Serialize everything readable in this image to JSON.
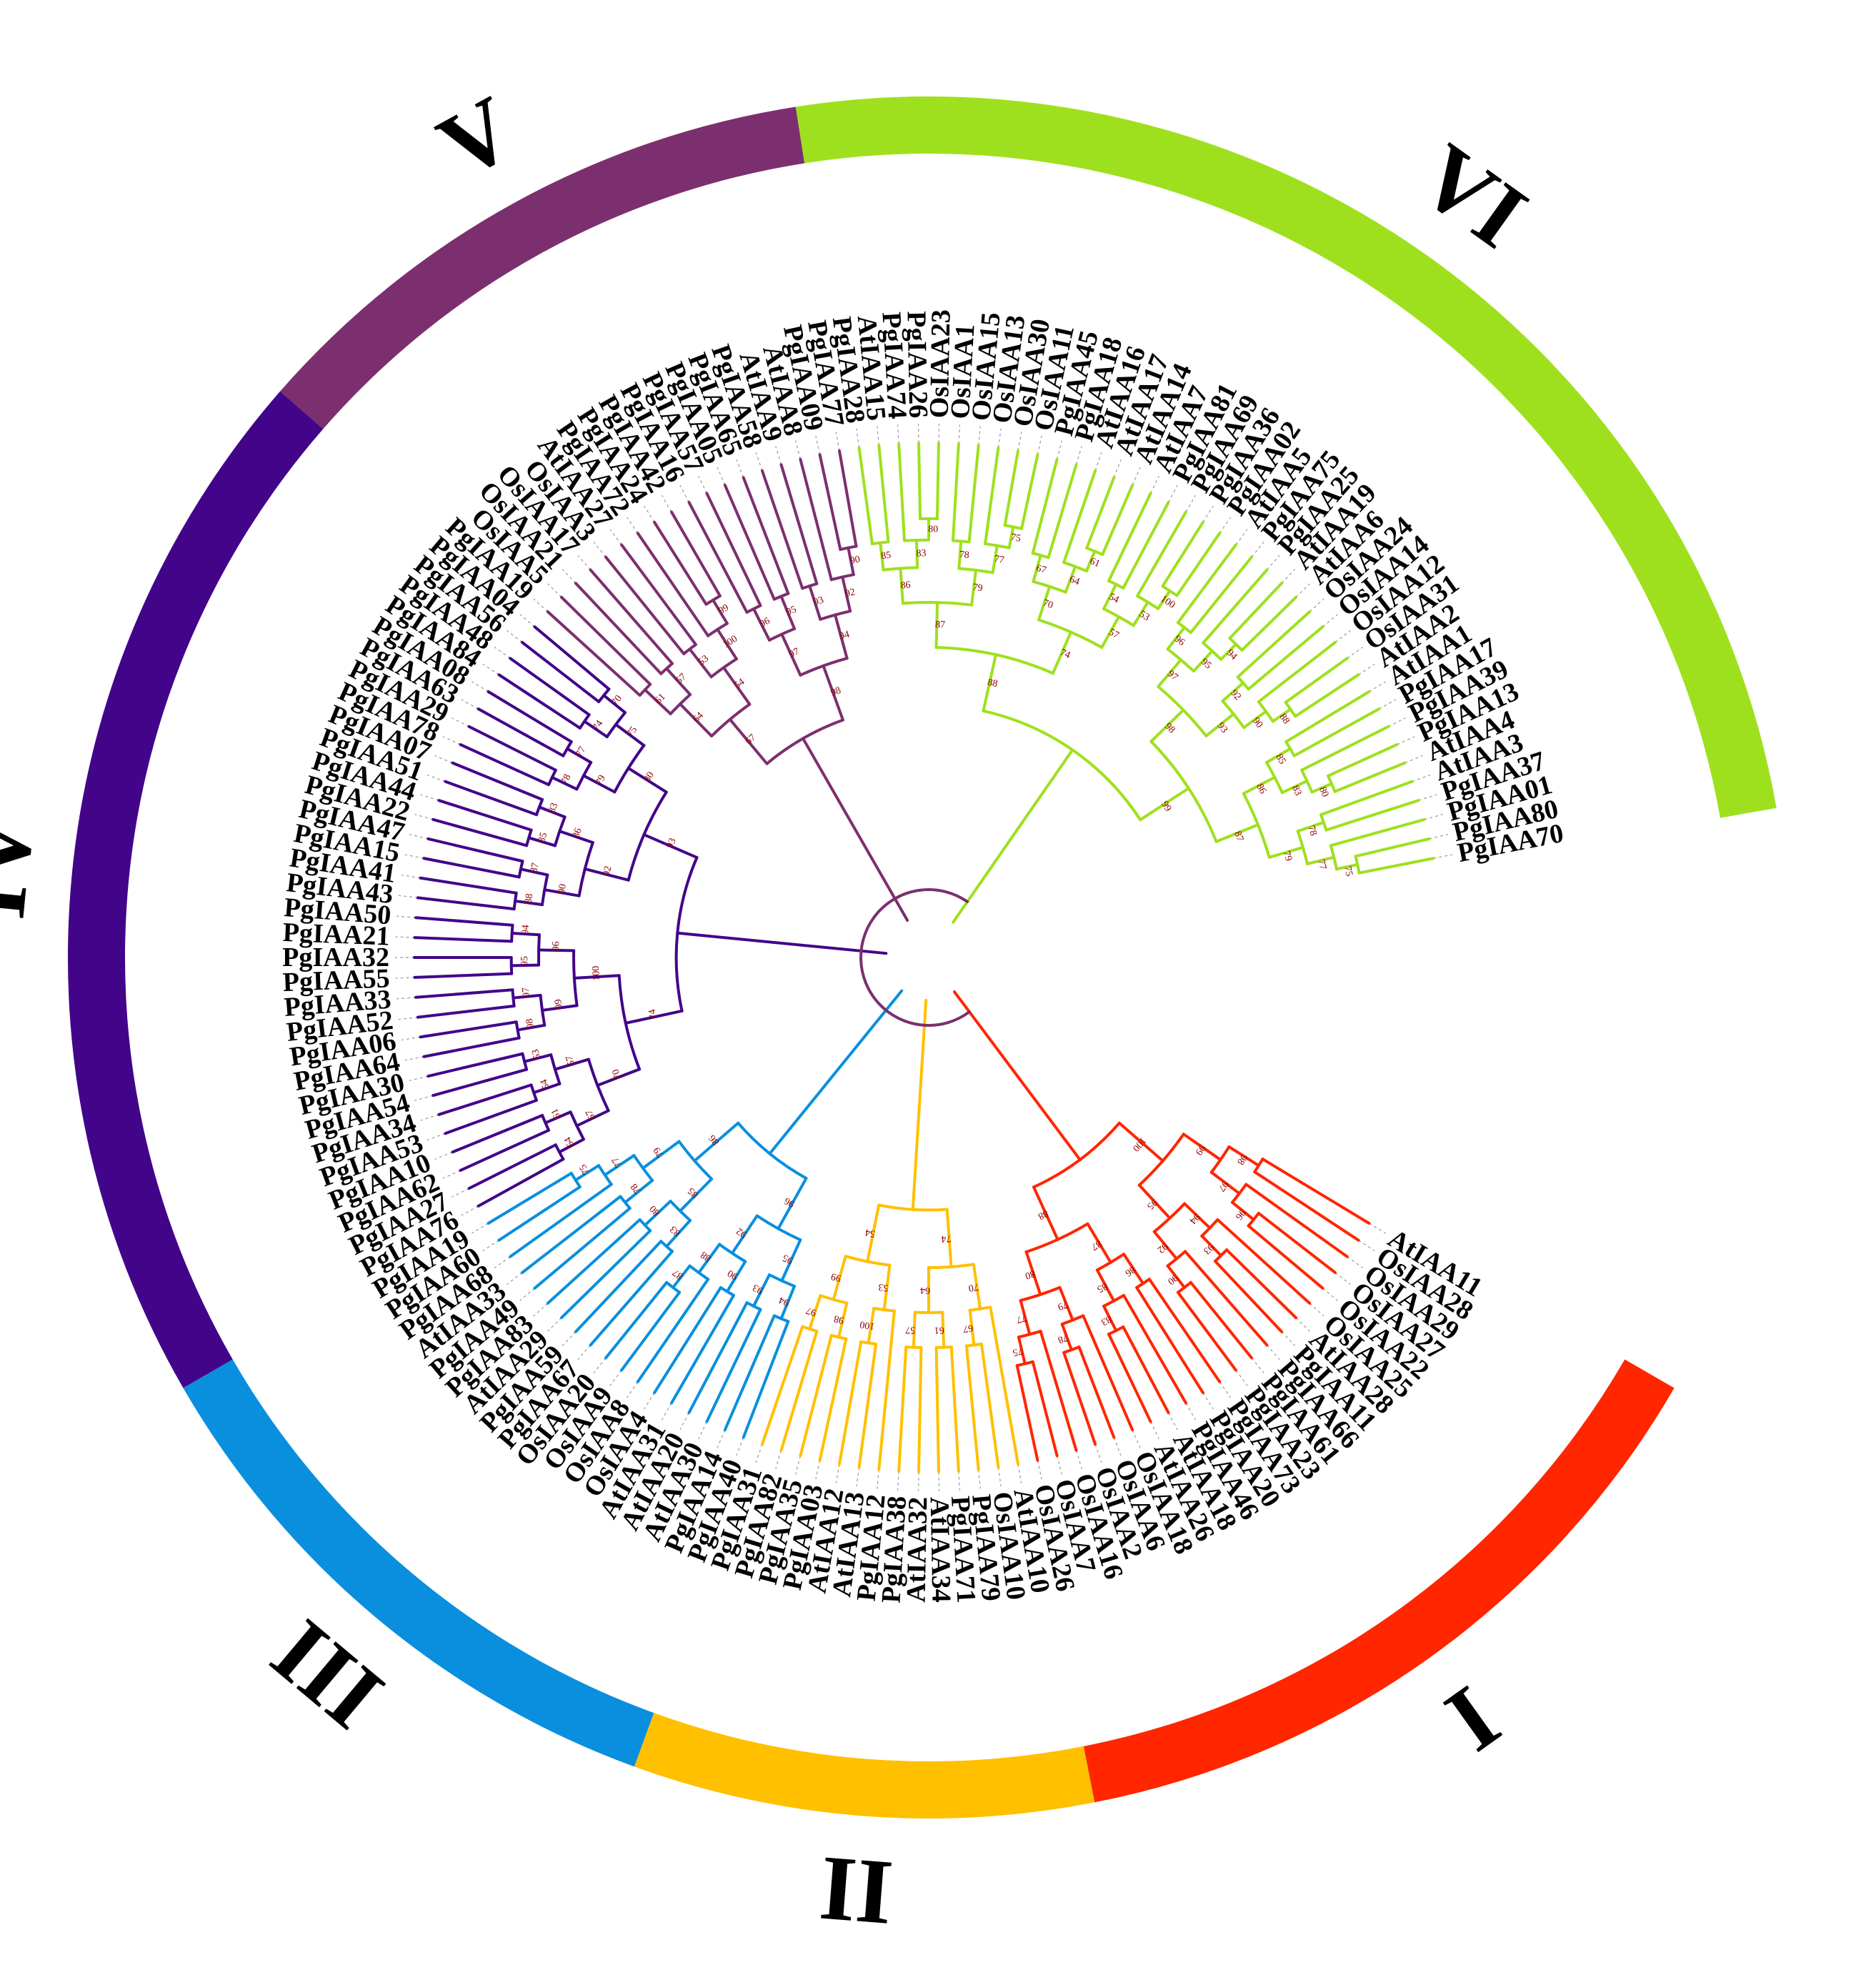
{
  "clades": [
    {
      "numeral": "I",
      "color": "#ff2600"
    },
    {
      "numeral": "II",
      "color": "#ffc000"
    },
    {
      "numeral": "III",
      "color": "#0a8fde"
    },
    {
      "numeral": "IV",
      "color": "#42058a"
    },
    {
      "numeral": "V",
      "color": "#7c2f6e"
    },
    {
      "numeral": "VI",
      "color": "#9fe01e"
    }
  ],
  "leaves": [
    {
      "name": "AtIAA11",
      "clade": 0
    },
    {
      "name": "OsIAA28",
      "clade": 0
    },
    {
      "name": "OsIAA29",
      "clade": 0
    },
    {
      "name": "OsIAA27",
      "clade": 0
    },
    {
      "name": "OsIAA22",
      "clade": 0
    },
    {
      "name": "OsIAA25",
      "clade": 0
    },
    {
      "name": "AtIAA28",
      "clade": 0
    },
    {
      "name": "PgIAA11",
      "clade": 0
    },
    {
      "name": "PgIAA66",
      "clade": 0
    },
    {
      "name": "PgIAA61",
      "clade": 0
    },
    {
      "name": "PgIAA23",
      "clade": 0
    },
    {
      "name": "PgIAA73",
      "clade": 0
    },
    {
      "name": "PgIAA20",
      "clade": 0
    },
    {
      "name": "PgIAA46",
      "clade": 0
    },
    {
      "name": "AtIAA18",
      "clade": 0
    },
    {
      "name": "AtIAA26",
      "clade": 0
    },
    {
      "name": "OsIAA18",
      "clade": 0
    },
    {
      "name": "OsIAA6",
      "clade": 0
    },
    {
      "name": "OsIAA2",
      "clade": 0
    },
    {
      "name": "OsIAA16",
      "clade": 0
    },
    {
      "name": "OsIAA7",
      "clade": 0
    },
    {
      "name": "OsIAA26",
      "clade": 0
    },
    {
      "name": "AtIAA10",
      "clade": 1
    },
    {
      "name": "OsIAA10",
      "clade": 1
    },
    {
      "name": "PgIAA79",
      "clade": 1
    },
    {
      "name": "PgIAA71",
      "clade": 1
    },
    {
      "name": "AtIAA34",
      "clade": 1
    },
    {
      "name": "AtIAA32",
      "clade": 1
    },
    {
      "name": "PgIAA38",
      "clade": 1
    },
    {
      "name": "PgIAA12",
      "clade": 1
    },
    {
      "name": "AtIAA13",
      "clade": 1
    },
    {
      "name": "AtIAA12",
      "clade": 1
    },
    {
      "name": "PgIAA03",
      "clade": 1
    },
    {
      "name": "PgIAA35",
      "clade": 1
    },
    {
      "name": "PgIAA82",
      "clade": 1
    },
    {
      "name": "PgIAA31",
      "clade": 1
    },
    {
      "name": "PgIAA40",
      "clade": 2
    },
    {
      "name": "PgIAA14",
      "clade": 2
    },
    {
      "name": "AtIAA30",
      "clade": 2
    },
    {
      "name": "AtIAA20",
      "clade": 2
    },
    {
      "name": "AtIAA31",
      "clade": 2
    },
    {
      "name": "OsIAA4",
      "clade": 2
    },
    {
      "name": "OsIAA8",
      "clade": 2
    },
    {
      "name": "OsIAA9",
      "clade": 2
    },
    {
      "name": "OsIAA20",
      "clade": 2
    },
    {
      "name": "PgIAA67",
      "clade": 2
    },
    {
      "name": "PgIAA59",
      "clade": 2
    },
    {
      "name": "AtIAA29",
      "clade": 2
    },
    {
      "name": "PgIAA83",
      "clade": 2
    },
    {
      "name": "PgIAA49",
      "clade": 2
    },
    {
      "name": "AtIAA33",
      "clade": 2
    },
    {
      "name": "PgIAA68",
      "clade": 2
    },
    {
      "name": "PgIAA60",
      "clade": 2
    },
    {
      "name": "PgIAA19",
      "clade": 2
    },
    {
      "name": "PgIAA76",
      "clade": 3
    },
    {
      "name": "PgIAA27",
      "clade": 3
    },
    {
      "name": "PgIAA62",
      "clade": 3
    },
    {
      "name": "PgIAA10",
      "clade": 3
    },
    {
      "name": "PgIAA53",
      "clade": 3
    },
    {
      "name": "PgIAA34",
      "clade": 3
    },
    {
      "name": "PgIAA54",
      "clade": 3
    },
    {
      "name": "PgIAA30",
      "clade": 3
    },
    {
      "name": "PgIAA64",
      "clade": 3
    },
    {
      "name": "PgIAA06",
      "clade": 3
    },
    {
      "name": "PgIAA52",
      "clade": 3
    },
    {
      "name": "PgIAA33",
      "clade": 3
    },
    {
      "name": "PgIAA55",
      "clade": 3
    },
    {
      "name": "PgIAA32",
      "clade": 3
    },
    {
      "name": "PgIAA21",
      "clade": 3
    },
    {
      "name": "PgIAA50",
      "clade": 3
    },
    {
      "name": "PgIAA43",
      "clade": 3
    },
    {
      "name": "PgIAA41",
      "clade": 3
    },
    {
      "name": "PgIAA15",
      "clade": 3
    },
    {
      "name": "PgIAA47",
      "clade": 3
    },
    {
      "name": "PgIAA22",
      "clade": 3
    },
    {
      "name": "PgIAA44",
      "clade": 3
    },
    {
      "name": "PgIAA51",
      "clade": 3
    },
    {
      "name": "PgIAA07",
      "clade": 3
    },
    {
      "name": "PgIAA78",
      "clade": 3
    },
    {
      "name": "PgIAA29",
      "clade": 3
    },
    {
      "name": "PgIAA63",
      "clade": 3
    },
    {
      "name": "PgIAA08",
      "clade": 3
    },
    {
      "name": "PgIAA84",
      "clade": 3
    },
    {
      "name": "PgIAA48",
      "clade": 3
    },
    {
      "name": "PgIAA56",
      "clade": 3
    },
    {
      "name": "PgIAA04",
      "clade": 3
    },
    {
      "name": "PgIAA19",
      "clade": 4
    },
    {
      "name": "OsIAA5",
      "clade": 4
    },
    {
      "name": "OsIAA21",
      "clade": 4
    },
    {
      "name": "OsIAA17",
      "clade": 4
    },
    {
      "name": "OsIAA3",
      "clade": 4
    },
    {
      "name": "AtIAA27",
      "clade": 4
    },
    {
      "name": "PgIAA72",
      "clade": 4
    },
    {
      "name": "PgIAA24",
      "clade": 4
    },
    {
      "name": "PgIAA42",
      "clade": 4
    },
    {
      "name": "PgIAA16",
      "clade": 4
    },
    {
      "name": "PgIAA57",
      "clade": 4
    },
    {
      "name": "PgIAA05",
      "clade": 4
    },
    {
      "name": "PgIAA65",
      "clade": 4
    },
    {
      "name": "PgIAA58",
      "clade": 4
    },
    {
      "name": "AtIAA9",
      "clade": 4
    },
    {
      "name": "AtIAA8",
      "clade": 4
    },
    {
      "name": "PgIAA09",
      "clade": 4
    },
    {
      "name": "PgIAA77",
      "clade": 4
    },
    {
      "name": "PgIAA28",
      "clade": 5
    },
    {
      "name": "AtIAA15",
      "clade": 5
    },
    {
      "name": "PgIAA74",
      "clade": 5
    },
    {
      "name": "PgIAA26",
      "clade": 5
    },
    {
      "name": "OsIAA23",
      "clade": 5
    },
    {
      "name": "OsIAA1",
      "clade": 5
    },
    {
      "name": "OsIAA15",
      "clade": 5
    },
    {
      "name": "OsIAA13",
      "clade": 5
    },
    {
      "name": "OsIAA30",
      "clade": 5
    },
    {
      "name": "OsIAA11",
      "clade": 5
    },
    {
      "name": "PgIAA45",
      "clade": 5
    },
    {
      "name": "PgIAA18",
      "clade": 5
    },
    {
      "name": "AtIAA16",
      "clade": 5
    },
    {
      "name": "AtIAA17",
      "clade": 5
    },
    {
      "name": "AtIAA14",
      "clade": 5
    },
    {
      "name": "AtIAA7",
      "clade": 5
    },
    {
      "name": "PgIAA81",
      "clade": 5
    },
    {
      "name": "PgIAA69",
      "clade": 5
    },
    {
      "name": "PgIAA36",
      "clade": 5
    },
    {
      "name": "PgIAA02",
      "clade": 5
    },
    {
      "name": "AtIAA5",
      "clade": 5
    },
    {
      "name": "PgIAA75",
      "clade": 5
    },
    {
      "name": "PgIAA25",
      "clade": 5
    },
    {
      "name": "AtIAA19",
      "clade": 5
    },
    {
      "name": "AtIAA6",
      "clade": 5
    },
    {
      "name": "OsIAA24",
      "clade": 5
    },
    {
      "name": "OsIAA14",
      "clade": 5
    },
    {
      "name": "OsIAA12",
      "clade": 5
    },
    {
      "name": "OsIAA31",
      "clade": 5
    },
    {
      "name": "AtIAA2",
      "clade": 5
    },
    {
      "name": "AtIAA1",
      "clade": 5
    },
    {
      "name": "PgIAA17",
      "clade": 5
    },
    {
      "name": "PgIAA39",
      "clade": 5
    },
    {
      "name": "PgIAA13",
      "clade": 5
    },
    {
      "name": "AtIAA4",
      "clade": 5
    },
    {
      "name": "AtIAA3",
      "clade": 5
    },
    {
      "name": "PgIAA37",
      "clade": 5
    },
    {
      "name": "PgIAA01",
      "clade": 5
    },
    {
      "name": "PgIAA80",
      "clade": 5
    },
    {
      "name": "PgIAA70",
      "clade": 5
    }
  ],
  "bootstrap_values": [
    "100",
    "99",
    "98",
    "97",
    "96",
    "95",
    "94",
    "93",
    "92",
    "90",
    "88",
    "87",
    "86",
    "85",
    "83",
    "80",
    "79",
    "78",
    "77",
    "75",
    "74",
    "70",
    "67",
    "64",
    "61",
    "57",
    "54",
    "53"
  ]
}
